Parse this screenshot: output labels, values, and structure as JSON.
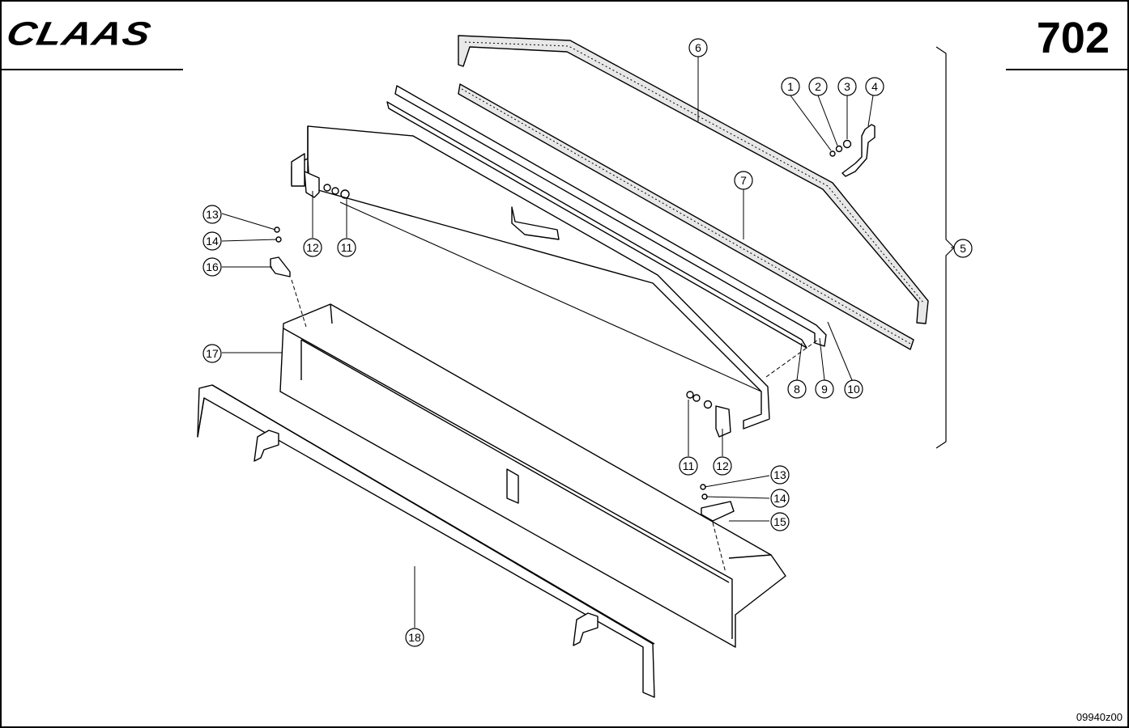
{
  "header": {
    "brand": "CLAAS",
    "sheet_number": "702"
  },
  "footer": {
    "drawing_id": "09940z00"
  },
  "callouts": [
    {
      "id": "c1",
      "label": "1"
    },
    {
      "id": "c2",
      "label": "2"
    },
    {
      "id": "c3",
      "label": "3"
    },
    {
      "id": "c4",
      "label": "4"
    },
    {
      "id": "c5",
      "label": "5"
    },
    {
      "id": "c6",
      "label": "6"
    },
    {
      "id": "c7",
      "label": "7"
    },
    {
      "id": "c8",
      "label": "8"
    },
    {
      "id": "c9",
      "label": "9"
    },
    {
      "id": "c10",
      "label": "10"
    },
    {
      "id": "c11a",
      "label": "11"
    },
    {
      "id": "c11b",
      "label": "11"
    },
    {
      "id": "c12a",
      "label": "12"
    },
    {
      "id": "c12b",
      "label": "12"
    },
    {
      "id": "c13a",
      "label": "13"
    },
    {
      "id": "c13b",
      "label": "13"
    },
    {
      "id": "c14a",
      "label": "14"
    },
    {
      "id": "c14b",
      "label": "14"
    },
    {
      "id": "c15",
      "label": "15"
    },
    {
      "id": "c16",
      "label": "16"
    },
    {
      "id": "c17",
      "label": "17"
    },
    {
      "id": "c18",
      "label": "18"
    }
  ]
}
